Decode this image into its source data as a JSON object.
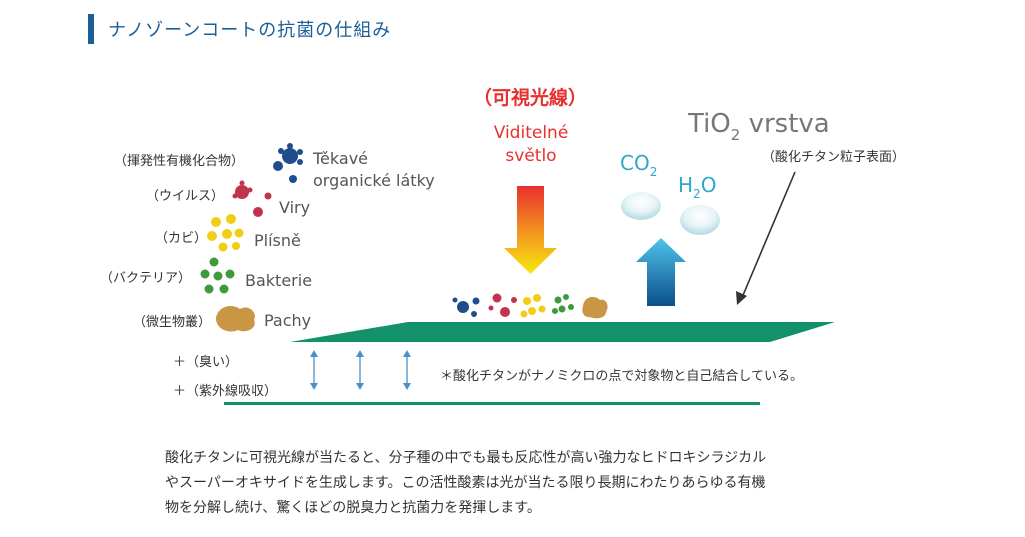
{
  "header": {
    "title": "ナノゾーンコートの抗菌の仕組み"
  },
  "light": {
    "label_jp": "（可視光線）",
    "label_cz_1": "Viditelné",
    "label_cz_2": "světlo"
  },
  "layer": {
    "label_prefix": "TiO",
    "label_sub": "2",
    "label_suffix": " vrstva",
    "note": "（酸化チタン粒子表面）"
  },
  "gases": {
    "co2_main": "CO",
    "co2_sub": "2",
    "h2o_h": "H",
    "h2o_sub": "2",
    "h2o_o": "O"
  },
  "pollutants": [
    {
      "jp": "（揮発性有機化合物）",
      "cz_1": "Těkavé",
      "cz_2": "organické látky",
      "color": "#1f4e8c"
    },
    {
      "jp": "（ウイルス）",
      "cz_1": "Viry",
      "color": "#c0344e"
    },
    {
      "jp": "（カビ）",
      "cz_1": "Plísně",
      "color": "#f2cd15"
    },
    {
      "jp": "（バクテリア）",
      "cz_1": "Bakterie",
      "color": "#3f9a3a"
    },
    {
      "jp": "（微生物叢）",
      "cz_1": "Pachy",
      "color": "#c99645"
    }
  ],
  "effects": [
    "＋（臭い）",
    "＋（紫外線吸収）"
  ],
  "nano_note": "＊酸化チタンがナノミクロの点で対象物と自己結合している。",
  "description": [
    "酸化チタンに可視光線が当たると、分子種の中でも最も反応性が高い強力なヒドロキシラジカル",
    "やスーパーオキサイドを生成します。この活性酸素は光が当たる限り長期にわたりあらゆる有機",
    "物を分解し続け、驚くほどの脱臭力と抗菌力を発揮します。"
  ],
  "colors": {
    "heading": "#1c5e98",
    "layer": "#12916a",
    "light_red": "#e8302d",
    "light_yellow": "#f6e80c",
    "up_arrow_top": "#4fc3ea",
    "up_arrow_bottom": "#0b4f8a"
  }
}
